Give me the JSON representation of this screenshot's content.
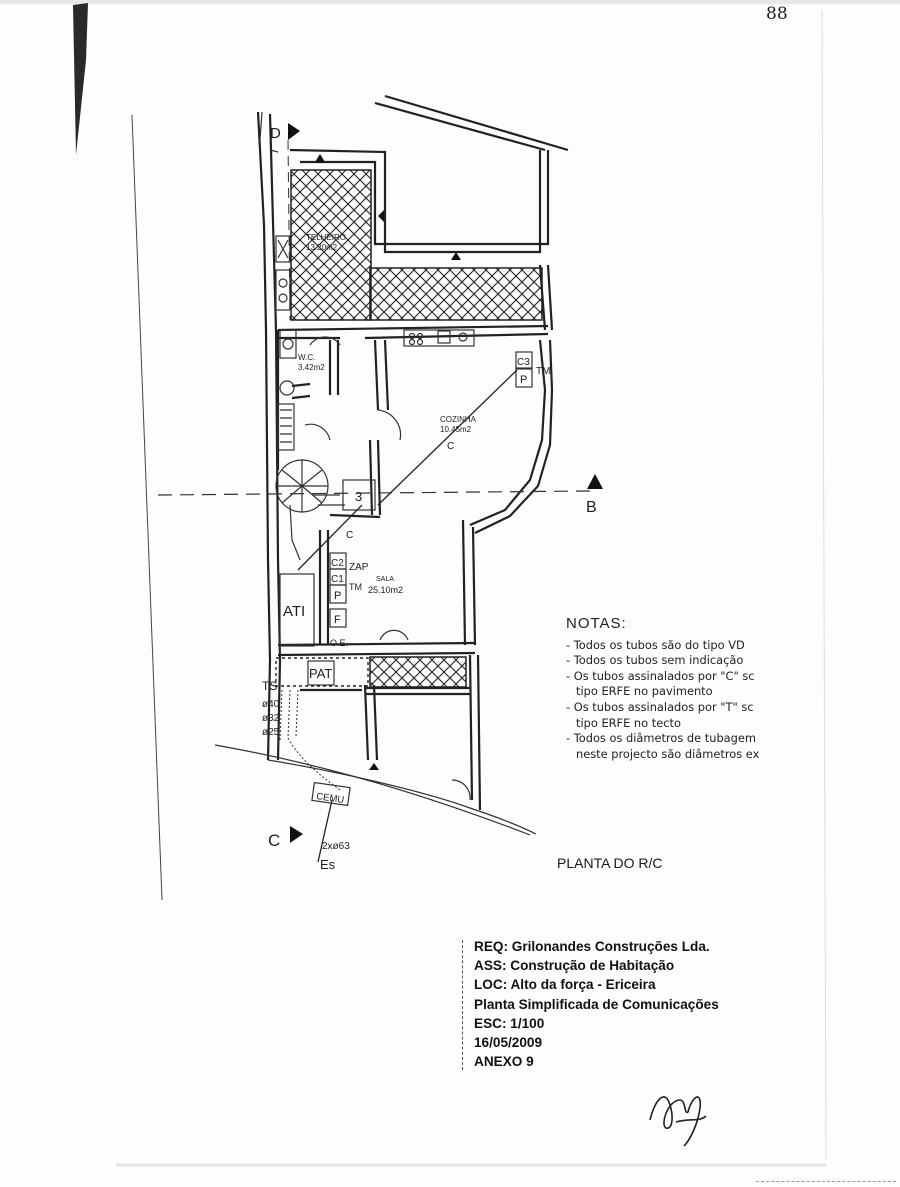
{
  "page_number": "88",
  "plan_title": "PLANTA DO R/C",
  "section_markers": {
    "d": "D",
    "b": "B",
    "c": "C"
  },
  "rooms": {
    "telheiro": {
      "name": "TELHEIRO",
      "area": "13.20m2"
    },
    "wc": {
      "name": "W.C.",
      "area": "3.42m2"
    },
    "cozinha": {
      "name": "COZINHA",
      "area": "10.45m2"
    },
    "sala": {
      "name": "SALA",
      "area": "25.10m2"
    }
  },
  "plan_labels": {
    "c3": "C3",
    "p_top": "P",
    "tm_top": "TM",
    "c2": "C2",
    "c1": "C1",
    "zap": "ZAP",
    "tm_sala": "TM",
    "p_sala": "P",
    "f": "F",
    "oe": "O.E.",
    "ati": "ATI",
    "pat": "PAT",
    "ts": "TS",
    "d40": "ø40",
    "d32": "ø32",
    "d25": "ø25",
    "cemu": "CEMU",
    "duct": "2xø63",
    "es": "Es",
    "pipe_c1": "C",
    "pipe_c2": "C",
    "stair": "3"
  },
  "notes": {
    "title": "NOTAS:",
    "lines": [
      "- Todos os tubos são do tipo VD",
      "- Todos os tubos sem indicação",
      "- Os tubos assinalados por \"C\" sc",
      "  tipo ERFE no pavimento",
      "- Os tubos assinalados por \"T\" sc",
      "  tipo ERFE no tecto",
      "- Todos os diâmetros de tubagem",
      "  neste projecto são diâmetros ex"
    ]
  },
  "legend": {
    "req": "REQ: Grilonandes Construções Lda.",
    "ass": "ASS: Construção de Habitação",
    "loc": "LOC: Alto da força - Ericeira",
    "planta": "Planta Simplificada de Comunicações",
    "esc": "ESC: 1/100",
    "date": "16/05/2009",
    "anexo": "ANEXO 9"
  },
  "colors": {
    "ink": "#222222",
    "paper": "#fdfdfd"
  }
}
